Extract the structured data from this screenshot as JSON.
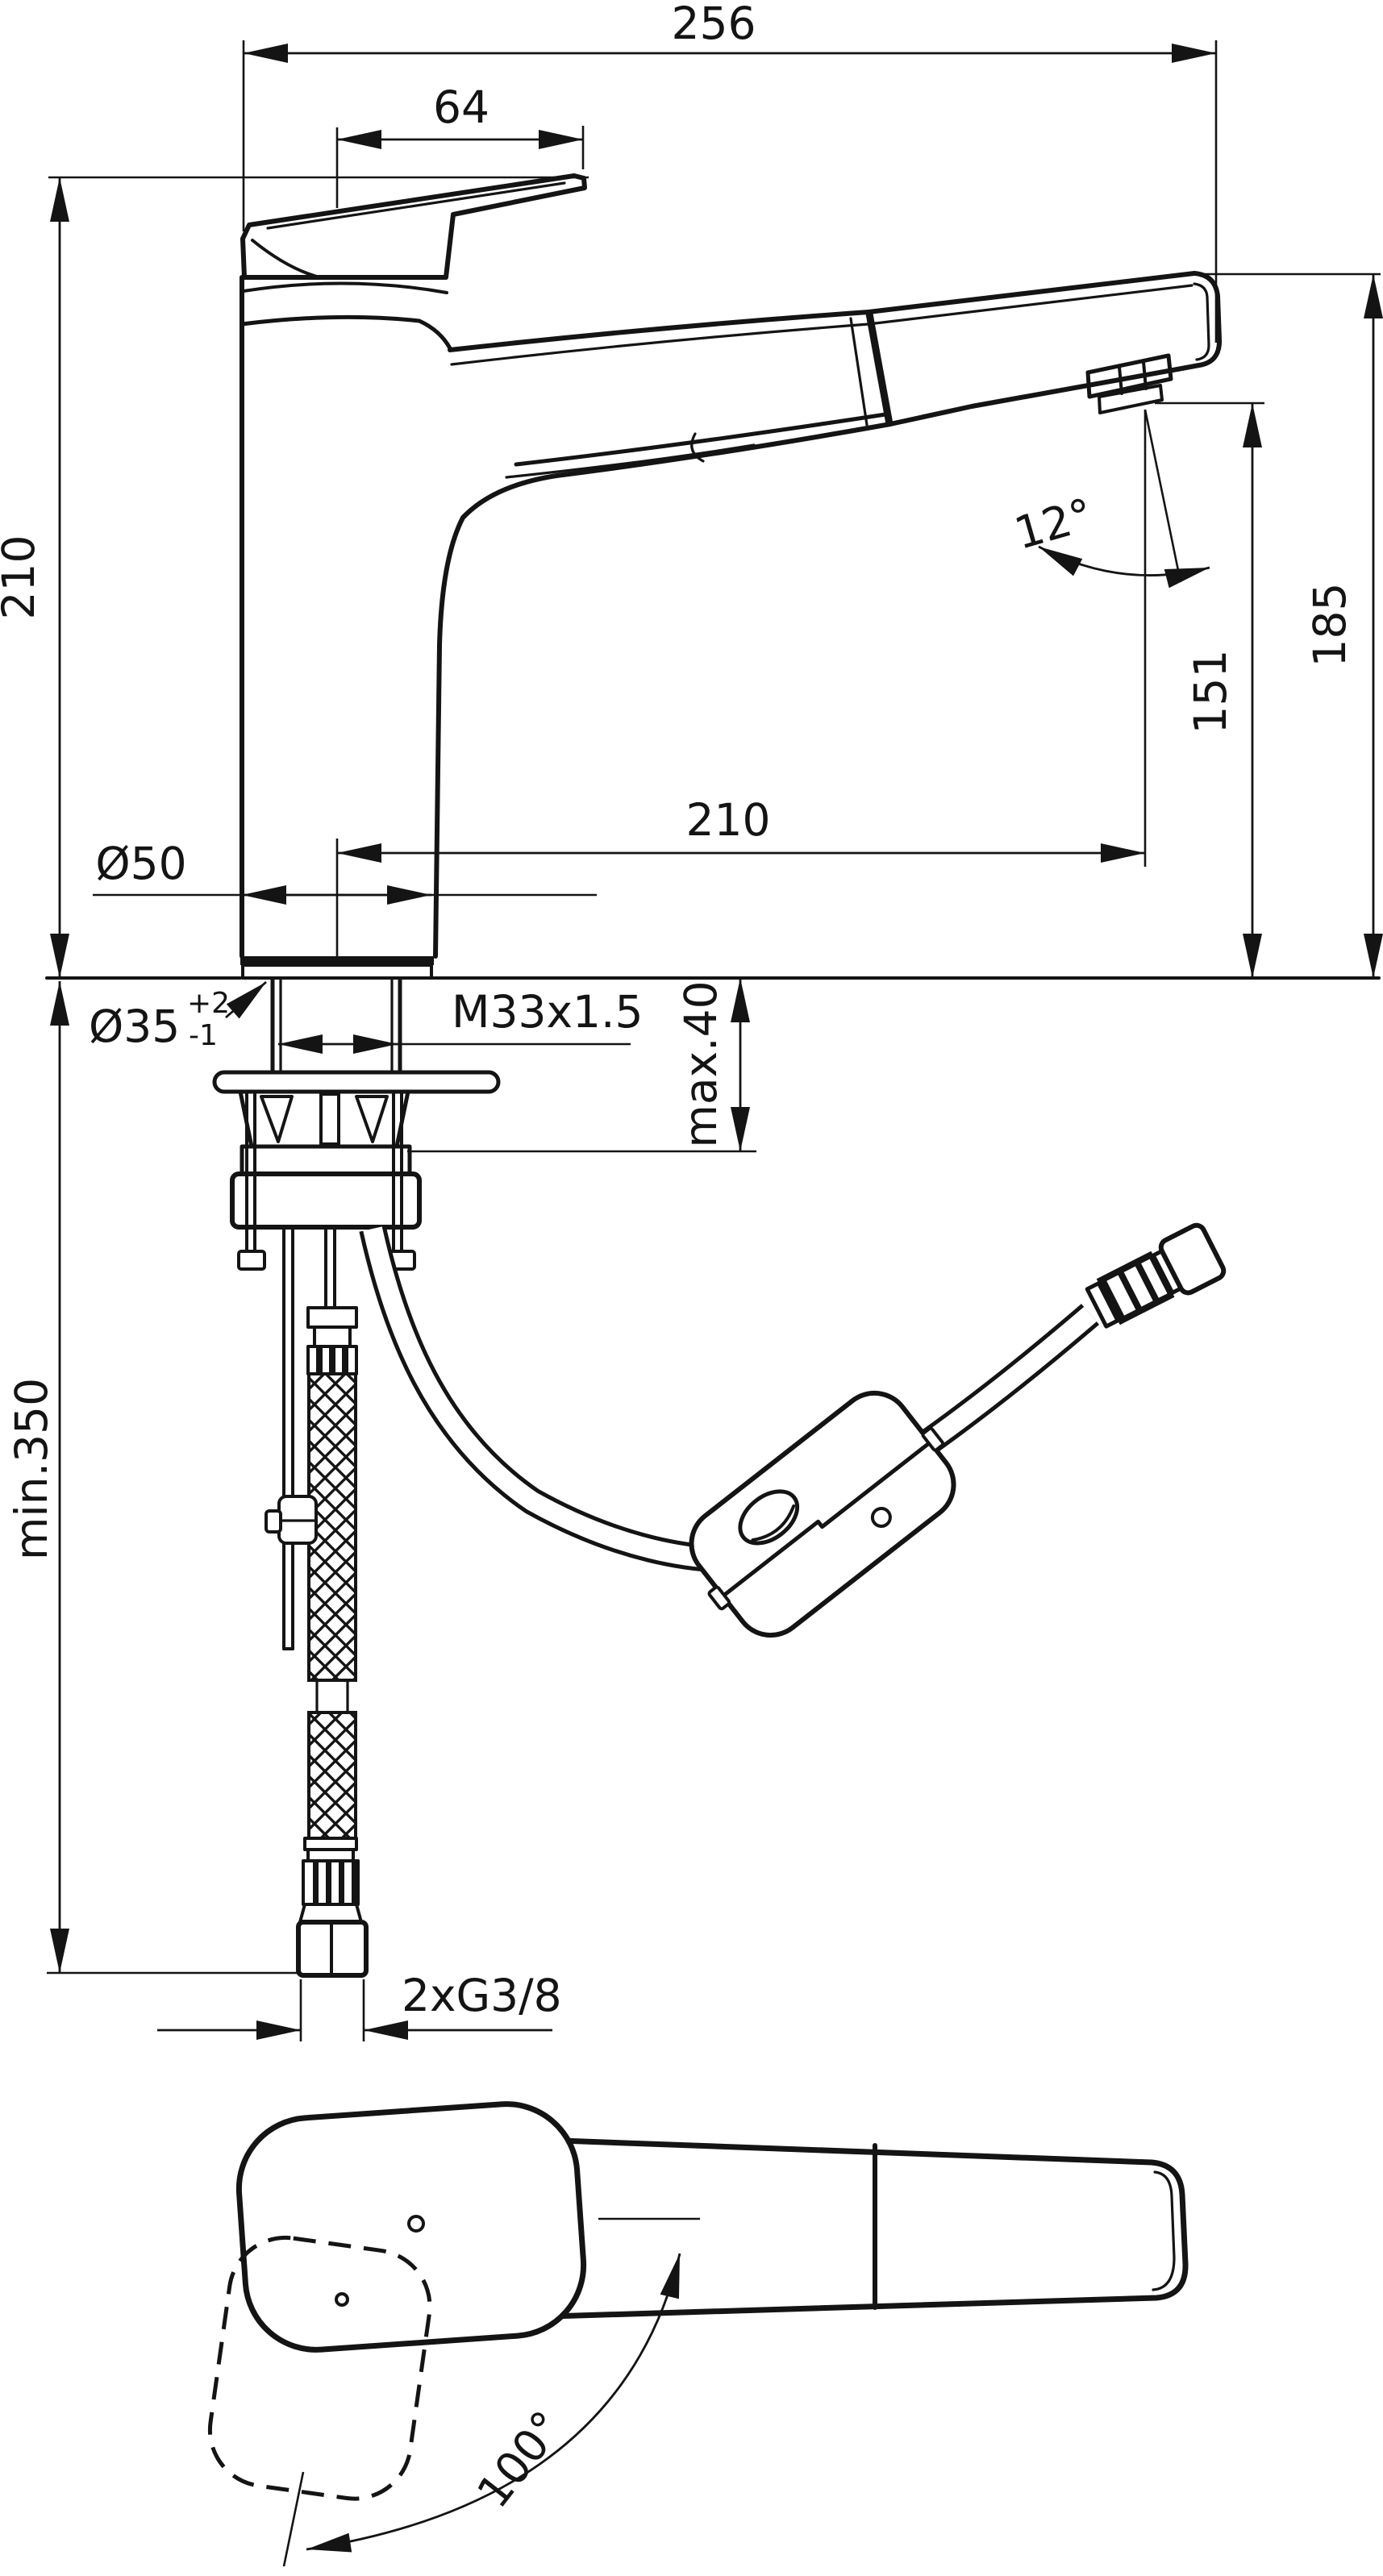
{
  "drawing": {
    "type": "technical-dimension-drawing",
    "subject": "Single-lever kitchen sink mixer with pull-out spray: side elevation with installation parts below deck, and plan view of handle swivel",
    "units": "mm",
    "line_color": "#141414",
    "background_color": "#ffffff",
    "dimensions": {
      "overall_projection": "256",
      "handle_offset": "64",
      "body_height": "210",
      "spout_reach": "210",
      "spout_height": "185",
      "outlet_height": "151",
      "spray_angle": "12°",
      "base_diameter": "Ø50",
      "hole_diameter": "Ø35",
      "hole_tolerance_plus": "+2",
      "hole_tolerance_minus": "-1",
      "thread": "M33x1.5",
      "deck_thickness": "max.40",
      "hose_clearance": "min.350",
      "supply_connection": "2xG3/8",
      "handle_swivel_angle": "100°"
    }
  }
}
